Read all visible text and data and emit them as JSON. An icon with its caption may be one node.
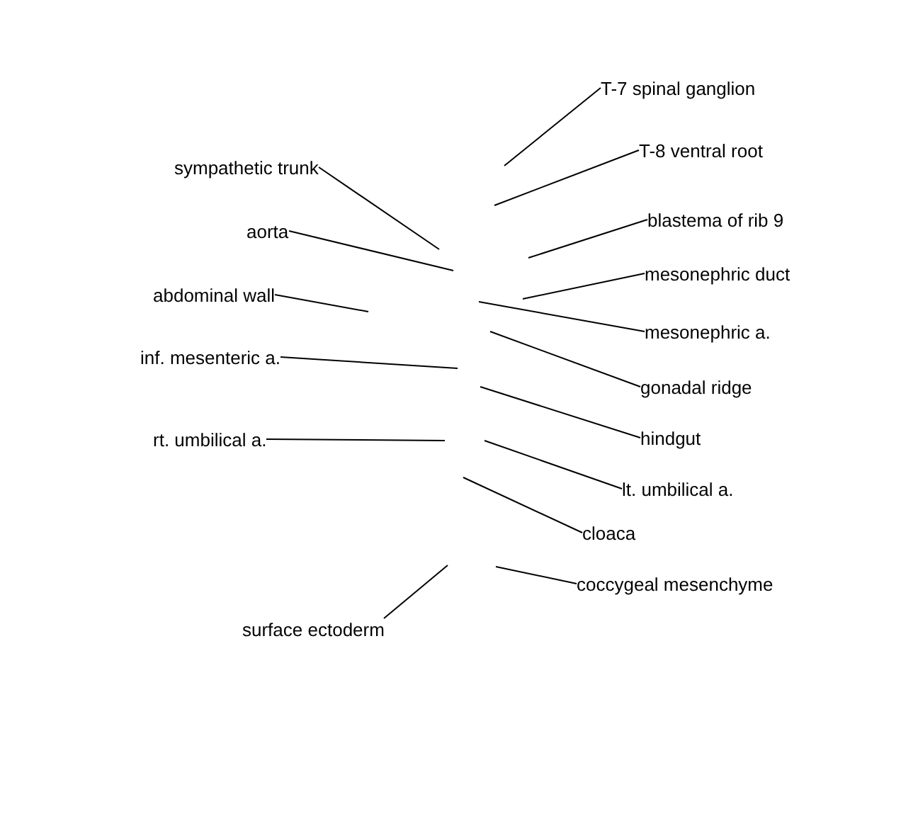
{
  "diagram": {
    "nodes": [
      {
        "text": [
          "T-7 spinal ganglion"
        ]
      },
      {
        "text": [
          "T-8 ventral root"
        ]
      },
      {
        "text": [
          "sympathetic trunk"
        ]
      },
      {
        "text": [
          "blastema of rib 9"
        ]
      },
      {
        "text": [
          "aorta"
        ]
      },
      {
        "text": [
          "mesonephric duct"
        ]
      },
      {
        "text": [
          "abdominal wall"
        ]
      },
      {
        "text": [
          "mesonephric a."
        ]
      },
      {
        "text": [
          "inf. mesenteric a."
        ]
      },
      {
        "text": [
          "gonadal ridge"
        ]
      },
      {
        "text": [
          "hindgut"
        ]
      },
      {
        "text": [
          "rt. umbilical a."
        ]
      },
      {
        "text": [
          "lt. umbilical a."
        ]
      },
      {
        "text": [
          "cloaca"
        ]
      },
      {
        "text": [
          "coccygeal mesenchyme"
        ]
      },
      {
        "text": [
          "surface ectoderm"
        ]
      }
    ],
    "edges": [
      {
        "from": 0,
        "to": null,
        "arrow": "none"
      },
      {
        "from": 1,
        "to": null,
        "arrow": "none"
      },
      {
        "from": 2,
        "to": null,
        "arrow": "none"
      },
      {
        "from": 3,
        "to": null,
        "arrow": "none"
      },
      {
        "from": 4,
        "to": null,
        "arrow": "none"
      },
      {
        "from": 5,
        "to": null,
        "arrow": "none"
      },
      {
        "from": 6,
        "to": null,
        "arrow": "none"
      },
      {
        "from": 7,
        "to": null,
        "arrow": "none"
      },
      {
        "from": 8,
        "to": null,
        "arrow": "none"
      },
      {
        "from": 9,
        "to": null,
        "arrow": "none"
      },
      {
        "from": 10,
        "to": null,
        "arrow": "none"
      },
      {
        "from": 11,
        "to": null,
        "arrow": "none"
      },
      {
        "from": 12,
        "to": null,
        "arrow": "none"
      },
      {
        "from": 13,
        "to": null,
        "arrow": "none"
      },
      {
        "from": 14,
        "to": null,
        "arrow": "none"
      },
      {
        "from": 15,
        "to": null,
        "arrow": "none"
      }
    ]
  }
}
